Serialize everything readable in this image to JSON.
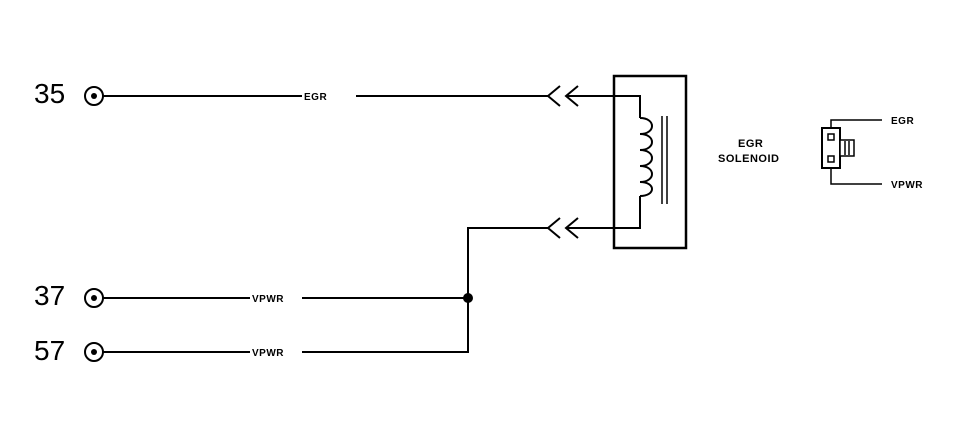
{
  "pins": [
    {
      "number": "35",
      "wire_label": "EGR"
    },
    {
      "number": "37",
      "wire_label": "VPWR"
    },
    {
      "number": "57",
      "wire_label": "VPWR"
    }
  ],
  "component": {
    "label_line1": "EGR",
    "label_line2": "SOLENOID"
  },
  "connector_view": {
    "top_label": "EGR",
    "bottom_label": "VPWR"
  }
}
